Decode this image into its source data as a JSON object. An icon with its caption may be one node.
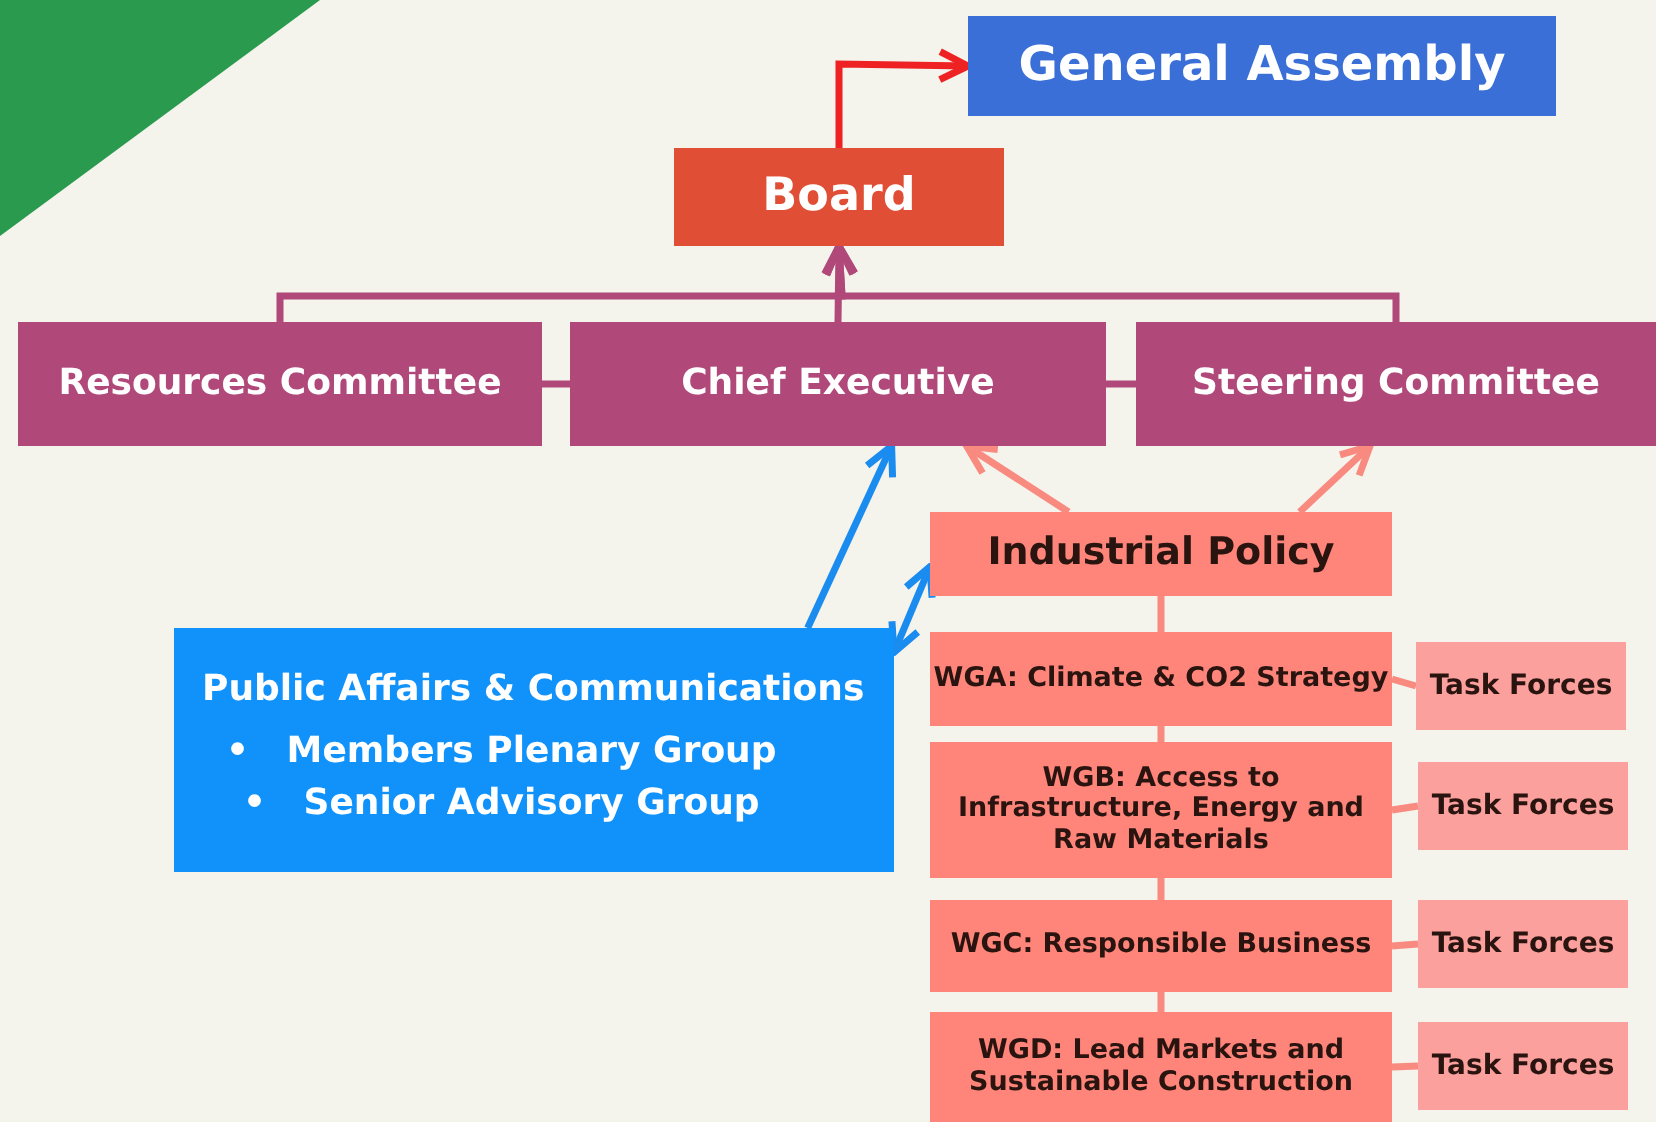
{
  "diagram": {
    "nodes": [
      {
        "text": [
          "General Assembly"
        ]
      },
      {
        "text": [
          "Board"
        ]
      },
      {
        "text": [
          "Resources Committee"
        ]
      },
      {
        "text": [
          "Chief Executive"
        ]
      },
      {
        "text": [
          "Steering Committee"
        ]
      },
      {
        "text": [
          "Industrial Policy"
        ]
      },
      {
        "text": [
          "Public Affairs & Communications",
          "• Members Plenary Group",
          "• Senior Advisory Group"
        ]
      },
      {
        "text": [
          "WGA: Climate & CO2 Strategy"
        ]
      },
      {
        "text": [
          "Task Forces"
        ]
      },
      {
        "text": [
          "WGB: Access to Infrastructure, Energy and Raw Materials"
        ]
      },
      {
        "text": [
          "Task Forces"
        ]
      },
      {
        "text": [
          "WGC: Responsible Business"
        ]
      },
      {
        "text": [
          "Task Forces"
        ]
      },
      {
        "text": [
          "WGD: Lead Markets and Sustainable Construction"
        ]
      },
      {
        "text": [
          "Task Forces"
        ]
      }
    ],
    "edges": [
      {
        "from": 1,
        "to": 0,
        "arrow": "to",
        "color": "#ee2222"
      },
      {
        "from": 2,
        "to": 1,
        "arrow": "to",
        "color": "#b0497a"
      },
      {
        "from": 3,
        "to": 1,
        "arrow": "to",
        "color": "#b0497a"
      },
      {
        "from": 4,
        "to": 1,
        "arrow": "to",
        "color": "#b0497a"
      },
      {
        "from": 2,
        "to": 3,
        "arrow": "none",
        "color": "#b0497a"
      },
      {
        "from": 3,
        "to": 4,
        "arrow": "none",
        "color": "#b0497a"
      },
      {
        "from": 5,
        "to": 3,
        "arrow": "to"
      },
      {
        "from": 5,
        "to": 4,
        "arrow": "to"
      },
      {
        "from": 6,
        "to": 3,
        "arrow": "to",
        "color": "#1a8cf0"
      },
      {
        "from": 6,
        "to": 5,
        "arrow": "both",
        "color": "#1a8cf0"
      },
      {
        "from": 5,
        "to": 7,
        "arrow": "none"
      },
      {
        "from": 7,
        "to": 9,
        "arrow": "none"
      },
      {
        "from": 9,
        "to": 11,
        "arrow": "none"
      },
      {
        "from": 11,
        "to": 13,
        "arrow": "none"
      },
      {
        "from": 7,
        "to": 8,
        "arrow": "none"
      },
      {
        "from": 9,
        "to": 10,
        "arrow": "none"
      },
      {
        "from": 11,
        "to": 12,
        "arrow": "none"
      },
      {
        "from": 13,
        "to": 14,
        "arrow": "none"
      }
    ]
  }
}
